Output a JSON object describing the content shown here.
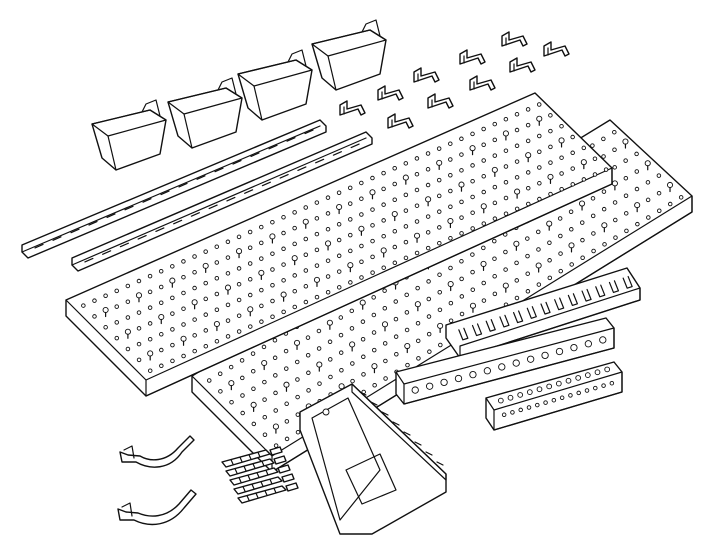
{
  "figure": {
    "line_color": "#111111",
    "background": "#ffffff",
    "components": [
      {
        "kind": "pegboard-panel",
        "count": 2
      },
      {
        "kind": "storage-bin",
        "count": 4
      },
      {
        "kind": "mounting-rail",
        "count": 2
      },
      {
        "kind": "small-hook",
        "count": 10
      },
      {
        "kind": "curved-hook",
        "count": 2
      },
      {
        "kind": "wall-anchor-screw",
        "count": 5
      },
      {
        "kind": "screwdriver-holder-slotted",
        "count": 1
      },
      {
        "kind": "tool-rack-perforated",
        "count": 2
      },
      {
        "kind": "bracket-shelf",
        "count": 1
      }
    ]
  }
}
